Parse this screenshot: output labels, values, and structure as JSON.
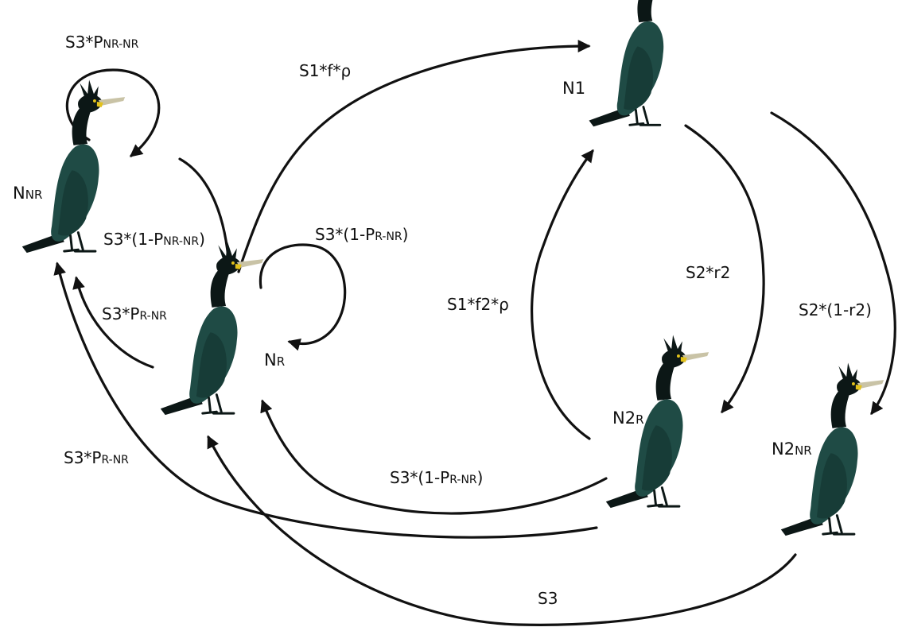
{
  "colors": {
    "bird_body": "#1f4b45",
    "bird_head": "#0c1716",
    "bird_beak": "#c9c3a6",
    "bird_face": "#e3c21b",
    "edge": "#111111"
  },
  "nodes": {
    "n1": {
      "main": "N1",
      "sub": ""
    },
    "nnr": {
      "main": "N",
      "sub": "NR"
    },
    "nr": {
      "main": "N",
      "sub": "R"
    },
    "n2r": {
      "main": "N2",
      "sub": "R"
    },
    "n2nr": {
      "main": "N2",
      "sub": "NR"
    }
  },
  "edges": {
    "self_nnr": {
      "main": "S3*P",
      "sub": "NR-NR",
      "tail": ""
    },
    "nnr_to_nr": {
      "main": "S3*(1-P",
      "sub": "NR-NR",
      "tail": ")"
    },
    "nr_to_nnr": {
      "main": "S3*P",
      "sub": "R-NR",
      "tail": ""
    },
    "self_nr": {
      "main": "S3*(1-P",
      "sub": "R-NR",
      "tail": ")"
    },
    "nr_to_n1": {
      "main": "S1*f*ρ",
      "sub": "",
      "tail": ""
    },
    "n2r_to_n1": {
      "main": "S1*f2*ρ",
      "sub": "",
      "tail": ""
    },
    "n1_to_n2r": {
      "main": "S2*r2",
      "sub": "",
      "tail": ""
    },
    "n1_to_n2nr": {
      "main": "S2*(1-r2)",
      "sub": "",
      "tail": ""
    },
    "n2r_to_nr": {
      "main": "S3*(1-P",
      "sub": "R-NR",
      "tail": ")"
    },
    "n2r_to_nnr": {
      "main": "S3*P",
      "sub": "R-NR",
      "tail": ""
    },
    "n2nr_to_nr": {
      "main": "S3",
      "sub": "",
      "tail": ""
    }
  }
}
